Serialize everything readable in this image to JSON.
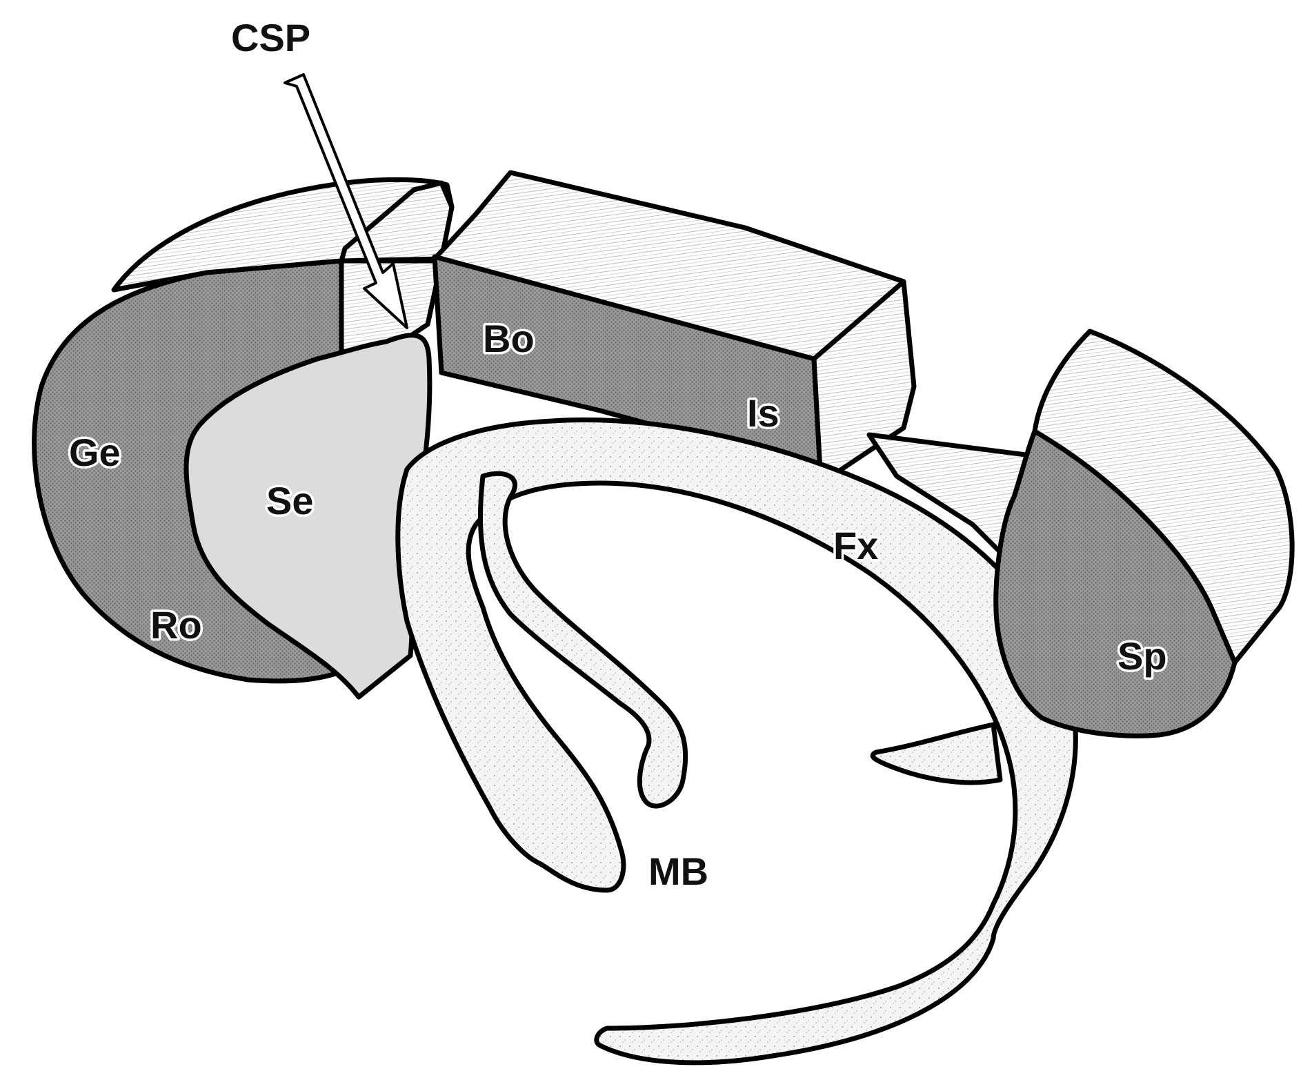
{
  "labels": {
    "csp": "CSP",
    "bo": "Bo",
    "is": "Is",
    "ge": "Ge",
    "se": "Se",
    "ro": "Ro",
    "fx": "Fx",
    "sp": "Sp",
    "mb": "MB"
  },
  "colors": {
    "cut_surface": "#8c8c8c",
    "septum": "#dcdcdc",
    "fornix": "#f2f2f2",
    "top_surface": "#ffffff",
    "outline": "#000000"
  }
}
